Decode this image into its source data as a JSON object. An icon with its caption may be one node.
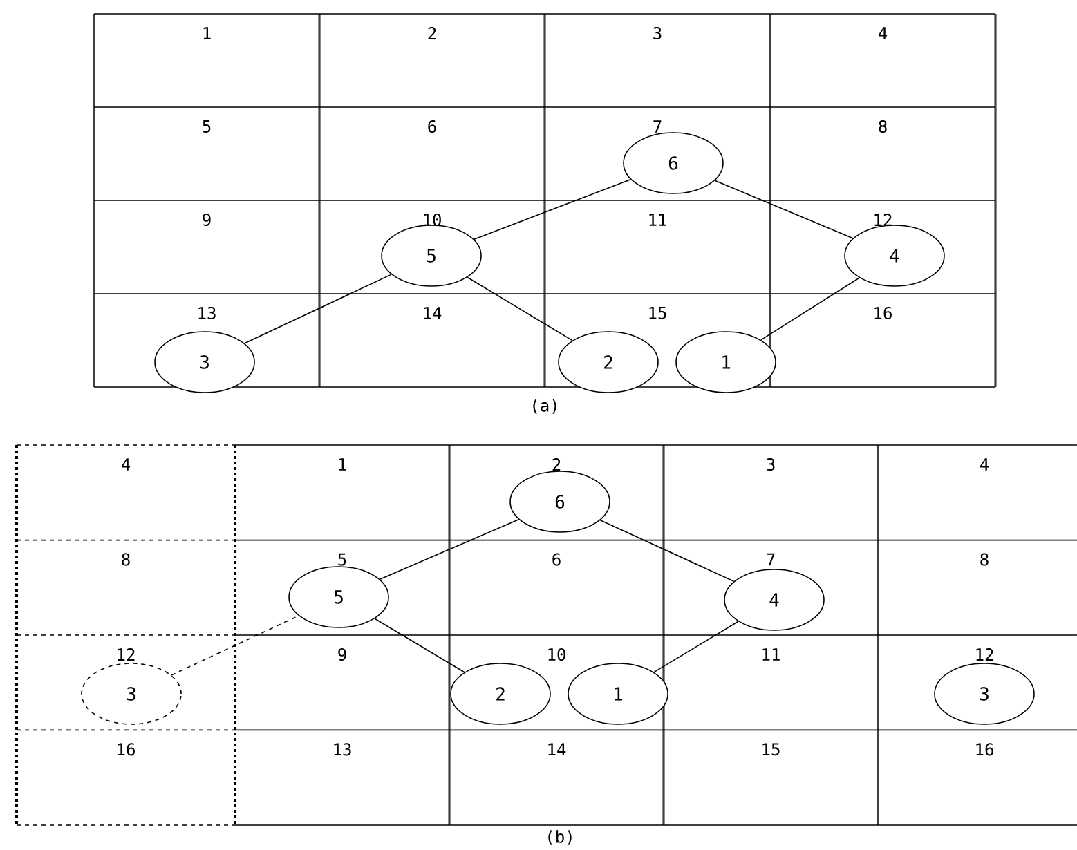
{
  "diagram": {
    "nodes": [
      {
        "text": [
          "6"
        ]
      },
      {
        "text": [
          "5"
        ]
      },
      {
        "text": [
          "4"
        ]
      },
      {
        "text": [
          "3"
        ]
      },
      {
        "text": [
          "2"
        ]
      },
      {
        "text": [
          "1"
        ]
      },
      {
        "text": [
          "6"
        ]
      },
      {
        "text": [
          "5"
        ]
      },
      {
        "text": [
          "4"
        ]
      },
      {
        "text": [
          "3"
        ]
      },
      {
        "text": [
          "2"
        ]
      },
      {
        "text": [
          "1"
        ]
      },
      {
        "text": [
          "3"
        ]
      }
    ],
    "edges": [
      {
        "from": 3,
        "to": 1,
        "arrow": "none"
      },
      {
        "from": 1,
        "to": 0,
        "arrow": "none"
      },
      {
        "from": 0,
        "to": 2,
        "arrow": "none"
      },
      {
        "from": 2,
        "to": 5,
        "arrow": "none"
      },
      {
        "from": 1,
        "to": 4,
        "arrow": "none"
      },
      {
        "from": 9,
        "to": 7,
        "arrow": "none",
        "style": "dashed"
      },
      {
        "from": 7,
        "to": 6,
        "arrow": "none"
      },
      {
        "from": 6,
        "to": 8,
        "arrow": "none"
      },
      {
        "from": 8,
        "to": 11,
        "arrow": "none"
      },
      {
        "from": 7,
        "to": 10,
        "arrow": "none"
      }
    ],
    "labels": [
      "1",
      "2",
      "3",
      "4",
      "5",
      "6",
      "7",
      "8",
      "9",
      "10",
      "11",
      "12",
      "13",
      "14",
      "15",
      "16",
      "(a)",
      "4",
      "1",
      "2",
      "3",
      "4",
      "8",
      "5",
      "6",
      "7",
      "8",
      "12",
      "9",
      "10",
      "11",
      "12",
      "16",
      "13",
      "14",
      "15",
      "16",
      "(b)"
    ]
  }
}
